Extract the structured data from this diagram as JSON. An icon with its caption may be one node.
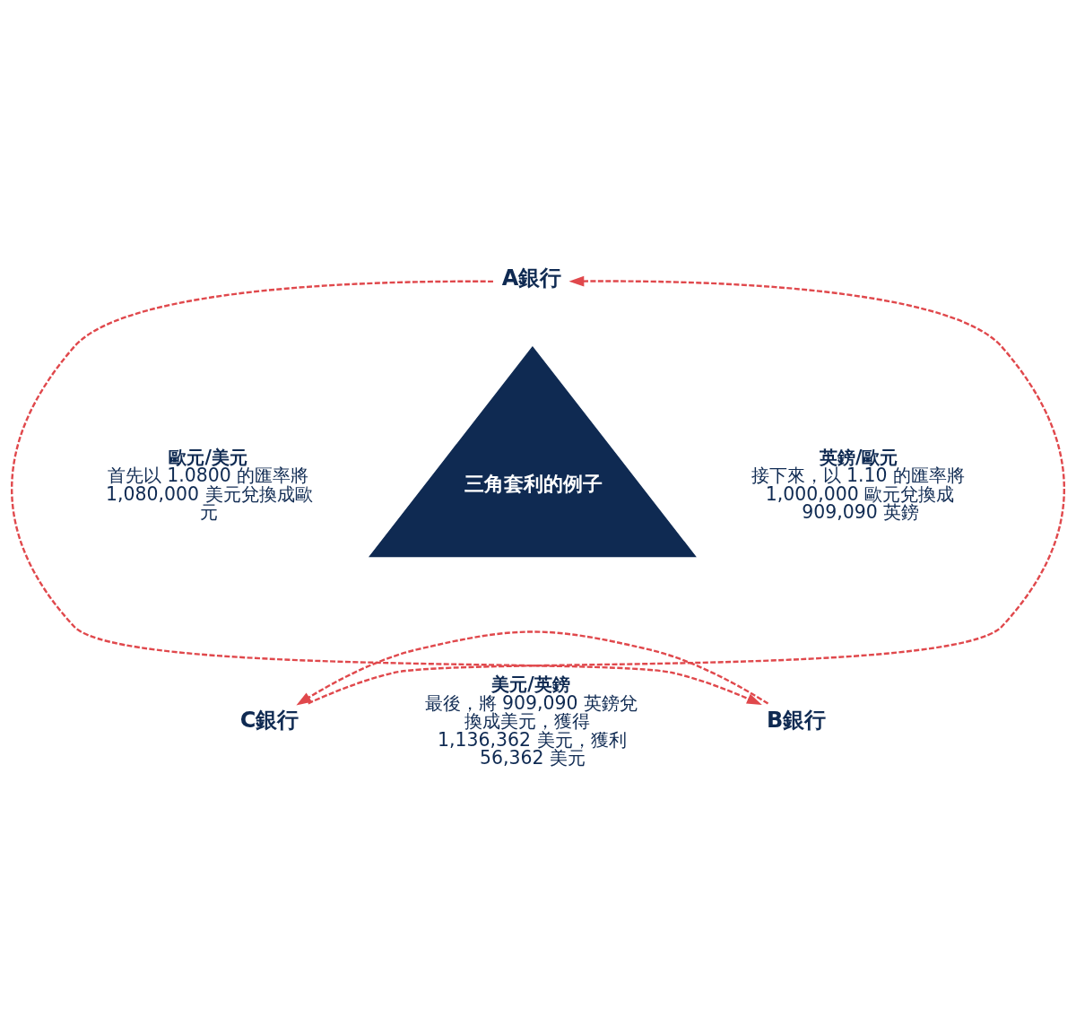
{
  "diagram": {
    "nodes": [
      {
        "text": [
          "三角套利的例子"
        ]
      },
      {
        "text": [
          "A銀行"
        ]
      },
      {
        "text": [
          "B銀行"
        ]
      },
      {
        "text": [
          "C銀行"
        ]
      }
    ],
    "edges": [
      {
        "from": 1,
        "to": 2,
        "arrow": "to",
        "style": "dashed"
      },
      {
        "from": 2,
        "to": 3,
        "arrow": "to",
        "style": "dashed"
      },
      {
        "from": 3,
        "to": 1,
        "arrow": "to",
        "style": "dashed"
      }
    ],
    "labels": [
      "歐元/美元",
      "首先以 1.0800 的匯率將1,080,000 美元兌換成歐元",
      "英鎊/歐元",
      "接下來，以 1.10 的匯率將1,000,000 歐元兌換成909,090 英鎊",
      "美元/英鎊",
      "最後，將 909,090 英鎊兌換成美元，獲得 1,136,362 美元，獲利56,362 美元"
    ]
  }
}
